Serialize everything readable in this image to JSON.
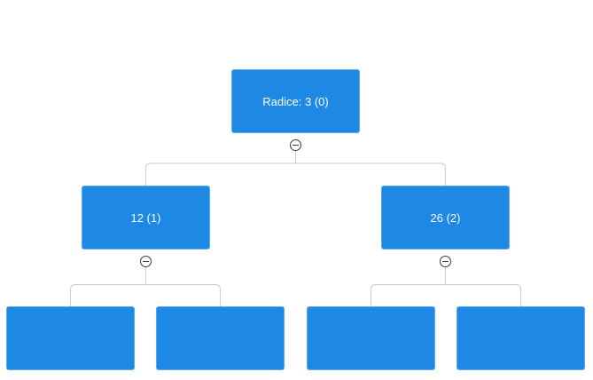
{
  "tree": {
    "root": {
      "label": "Radice: 3 (0)",
      "toggle_icon": "collapse-minus-icon",
      "children": [
        {
          "label": "12 (1)",
          "toggle_icon": "collapse-minus-icon",
          "children": [
            {
              "label": ""
            },
            {
              "label": ""
            }
          ]
        },
        {
          "label": "26 (2)",
          "toggle_icon": "collapse-minus-icon",
          "children": [
            {
              "label": ""
            },
            {
              "label": ""
            }
          ]
        }
      ]
    }
  },
  "colors": {
    "node_fill": "#1e88e5",
    "node_border": "#5aa9ee",
    "node_text": "#ffffff",
    "connector": "#cccccc",
    "toggle_stroke": "#3a3a3a"
  }
}
